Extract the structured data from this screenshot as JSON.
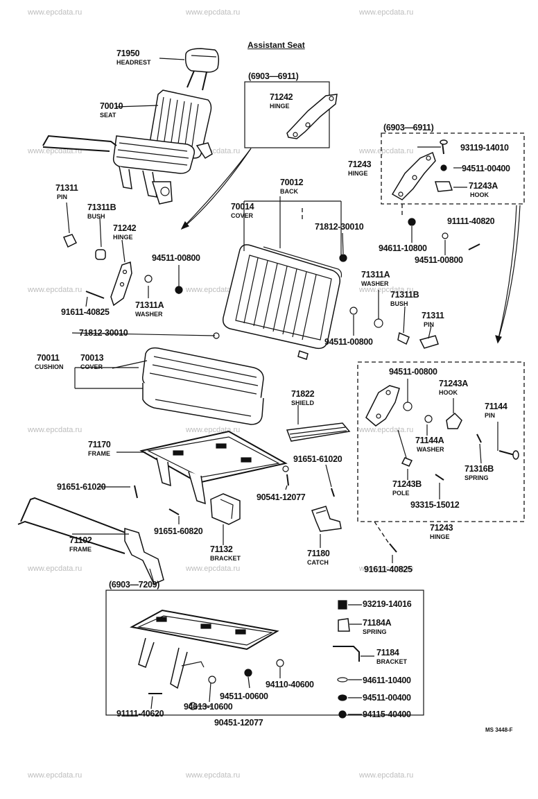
{
  "watermark": "www.epcdata.ru",
  "section_title": "Assistant Seat",
  "footer_code": "MS 3448-F",
  "boxes": {
    "hinge_box": "(6903—6911)",
    "hinge_box2": "(6903—6911)",
    "frame_box": "(6903—7209)"
  },
  "parts": {
    "p71950": {
      "num": "71950",
      "name": "HEADREST"
    },
    "p70010": {
      "num": "70010",
      "name": "SEAT"
    },
    "p71242a": {
      "num": "71242",
      "name": "HINGE"
    },
    "p71243a": {
      "num": "71243",
      "name": "HINGE"
    },
    "p93119": {
      "num": "93119-14010"
    },
    "p94511_400": {
      "num": "94511-00400"
    },
    "p71243A_top": {
      "num": "71243A",
      "name": "HOOK"
    },
    "p70012": {
      "num": "70012",
      "name": "BACK"
    },
    "p71311": {
      "num": "71311",
      "name": "PIN"
    },
    "p70014": {
      "num": "70014",
      "name": "COVER"
    },
    "p71812a": {
      "num": "71812-30010"
    },
    "p91111_820": {
      "num": "91111-40820"
    },
    "p71311B": {
      "num": "71311B",
      "name": "BUSH"
    },
    "p71242b": {
      "num": "71242",
      "name": "HINGE"
    },
    "p94611_800": {
      "num": "94611-10800"
    },
    "p94511_800a": {
      "num": "94511-00800"
    },
    "p94511_800b": {
      "num": "94511-00800"
    },
    "p71311A_r": {
      "num": "71311A",
      "name": "WASHER"
    },
    "p71311B_r": {
      "num": "71311B",
      "name": "BUSH"
    },
    "p91611_825a": {
      "num": "91611-40825"
    },
    "p71311A_l": {
      "num": "71311A",
      "name": "WASHER"
    },
    "p71311_r": {
      "num": "71311",
      "name": "PIN"
    },
    "p71812b": {
      "num": "71812-30010"
    },
    "p94511_800c": {
      "num": "94511-00800"
    },
    "p70011": {
      "num": "70011",
      "name": "CUSHION"
    },
    "p70013": {
      "num": "70013",
      "name": "COVER"
    },
    "p94511_800d": {
      "num": "94511-00800"
    },
    "p71243A_mid": {
      "num": "71243A",
      "name": "HOOK"
    },
    "p71822": {
      "num": "71822",
      "name": "SHIELD"
    },
    "p71144": {
      "num": "71144",
      "name": "PIN"
    },
    "p71170": {
      "num": "71170",
      "name": "FRAME"
    },
    "p91651_61020a": {
      "num": "91651-61020"
    },
    "p71144A": {
      "num": "71144A",
      "name": "WASHER"
    },
    "p71316B": {
      "num": "71316B",
      "name": "SPRING"
    },
    "p91651_61020b": {
      "num": "91651-61020"
    },
    "p90541": {
      "num": "90541-12077"
    },
    "p71243B": {
      "num": "71243B",
      "name": "POLE"
    },
    "p93315": {
      "num": "93315-15012"
    },
    "p91651_60820": {
      "num": "91651-60820"
    },
    "p71243b": {
      "num": "71243",
      "name": "HINGE"
    },
    "p71102": {
      "num": "71102",
      "name": "FRAME"
    },
    "p71132": {
      "num": "71132",
      "name": "BRACKET"
    },
    "p71180": {
      "num": "71180",
      "name": "CATCH"
    },
    "p91611_825b": {
      "num": "91611-40825"
    },
    "p93219": {
      "num": "93219-14016"
    },
    "p71184A": {
      "num": "71184A",
      "name": "SPRING"
    },
    "p71184": {
      "num": "71184",
      "name": "BRACKET"
    },
    "p94110": {
      "num": "94110-40600"
    },
    "p94511_600": {
      "num": "94511-00600"
    },
    "p94611_10400": {
      "num": "94611-10400"
    },
    "p94511_00400b": {
      "num": "94511-00400"
    },
    "p94613": {
      "num": "94613-10600"
    },
    "p91111_620": {
      "num": "91111-40620"
    },
    "p94115": {
      "num": "94115-40400"
    },
    "p90451": {
      "num": "90451-12077"
    }
  }
}
